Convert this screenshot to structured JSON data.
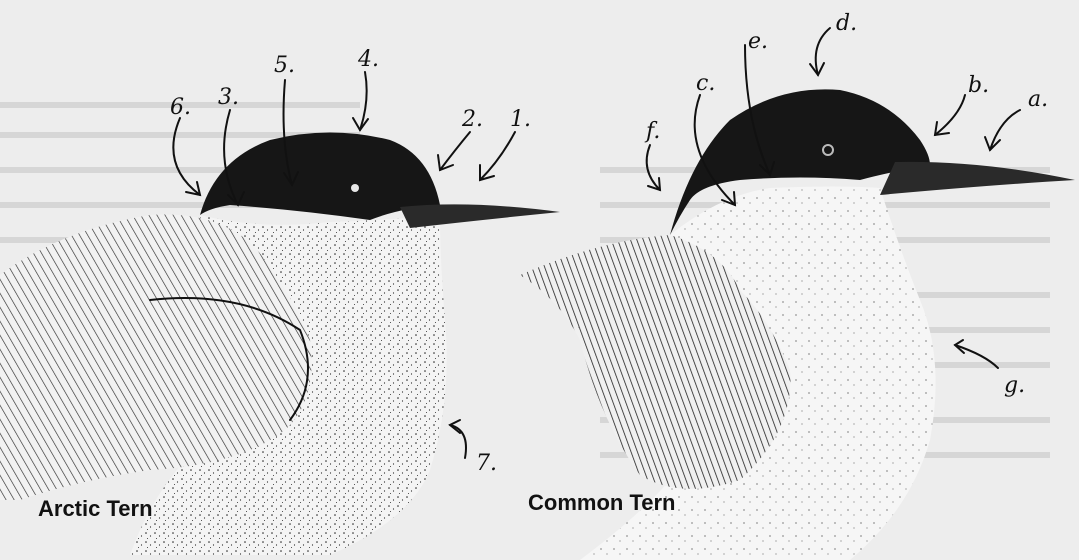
{
  "arctic": {
    "caption": "Arctic Tern",
    "labels": [
      "1.",
      "2.",
      "3.",
      "4.",
      "5.",
      "6.",
      "7."
    ]
  },
  "common": {
    "caption": "Common Tern",
    "labels": [
      "a.",
      "b.",
      "c.",
      "d.",
      "e.",
      "f.",
      "g."
    ]
  },
  "colors": {
    "background": "#ededed",
    "ink": "#111111",
    "cap": "#161616",
    "body": "#f4f4f4",
    "bill": "#2a2a2a"
  }
}
